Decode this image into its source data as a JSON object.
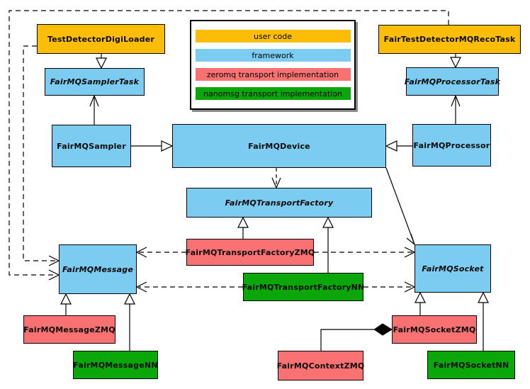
{
  "colors": {
    "gold": "#FBBD05",
    "blue": "#7CCBF0",
    "red": "#F97272",
    "green": "#0AA60A",
    "shadow": "#8C8C8C"
  },
  "nodes": {
    "testDetectorDigiLoader": {
      "label": "TestDetectorDigiLoader",
      "category": "user code"
    },
    "fairTestDetectorMQRecoTask": {
      "label": "FairTestDetectorMQRecoTask",
      "category": "user code"
    },
    "fairMQSamplerTask": {
      "label": "FairMQSamplerTask",
      "category": "framework",
      "abstract": true
    },
    "fairMQProcessorTask": {
      "label": "FairMQProcessorTask",
      "category": "framework",
      "abstract": true
    },
    "fairMQSampler": {
      "label": "FairMQSampler",
      "category": "framework"
    },
    "fairMQProcessor": {
      "label": "FairMQProcessor",
      "category": "framework"
    },
    "fairMQDevice": {
      "label": "FairMQDevice",
      "category": "framework"
    },
    "fairMQTransportFactory": {
      "label": "FairMQTransportFactory",
      "category": "framework",
      "abstract": true
    },
    "fairMQMessage": {
      "label": "FairMQMessage",
      "category": "framework",
      "abstract": true
    },
    "fairMQSocket": {
      "label": "FairMQSocket",
      "category": "framework",
      "abstract": true
    },
    "fairMQTransportFactoryZMQ": {
      "label": "FairMQTransportFactoryZMQ",
      "category": "zeromq transport implementation"
    },
    "fairMQTransportFactoryNN": {
      "label": "FairMQTransportFactoryNN",
      "category": "nanomsg transport implementation"
    },
    "fairMQMessageZMQ": {
      "label": "FairMQMessageZMQ",
      "category": "zeromq transport implementation"
    },
    "fairMQMessageNN": {
      "label": "FairMQMessageNN",
      "category": "nanomsg transport implementation"
    },
    "fairMQContextZMQ": {
      "label": "FairMQContextZMQ",
      "category": "zeromq transport implementation"
    },
    "fairMQSocketZMQ": {
      "label": "FairMQSocketZMQ",
      "category": "zeromq transport implementation"
    },
    "fairMQSocketNN": {
      "label": "FairMQSocketNN",
      "category": "nanomsg transport implementation"
    }
  },
  "legend": {
    "items": [
      {
        "label": "user code",
        "color": "gold"
      },
      {
        "label": "framework",
        "color": "blue"
      },
      {
        "label": "zeromq transport implementation",
        "color": "red"
      },
      {
        "label": "nanomsg transport implementation",
        "color": "green"
      }
    ]
  },
  "edges": [
    {
      "from": "TestDetectorDigiLoader",
      "to": "FairMQSamplerTask",
      "type": "inheritance-hollow-triangle"
    },
    {
      "from": "FairTestDetectorMQRecoTask",
      "to": "FairMQProcessorTask",
      "type": "inheritance-hollow-triangle"
    },
    {
      "from": "FairMQSampler",
      "to": "FairMQSamplerTask",
      "type": "open-arrow"
    },
    {
      "from": "FairMQProcessor",
      "to": "FairMQProcessorTask",
      "type": "open-arrow"
    },
    {
      "from": "FairMQSampler",
      "to": "FairMQDevice",
      "type": "inheritance-hollow-triangle"
    },
    {
      "from": "FairMQProcessor",
      "to": "FairMQDevice",
      "type": "inheritance-hollow-triangle"
    },
    {
      "from": "FairMQDevice",
      "to": "FairMQTransportFactory",
      "type": "dashed-open-arrow"
    },
    {
      "from": "FairMQDevice",
      "to": "FairMQSocket",
      "type": "open-arrow"
    },
    {
      "from": "FairMQTransportFactoryZMQ",
      "to": "FairMQTransportFactory",
      "type": "inheritance-hollow-triangle"
    },
    {
      "from": "FairMQTransportFactoryNN",
      "to": "FairMQTransportFactory",
      "type": "inheritance-hollow-triangle"
    },
    {
      "from": "FairMQTransportFactoryZMQ",
      "to": "FairMQMessage",
      "type": "dashed-open-arrow"
    },
    {
      "from": "FairMQTransportFactoryZMQ",
      "to": "FairMQSocket",
      "type": "dashed-open-arrow"
    },
    {
      "from": "FairMQTransportFactoryNN",
      "to": "FairMQMessage",
      "type": "dashed-open-arrow"
    },
    {
      "from": "FairMQTransportFactoryNN",
      "to": "FairMQSocket",
      "type": "dashed-open-arrow"
    },
    {
      "from": "FairMQMessageZMQ",
      "to": "FairMQMessage",
      "type": "inheritance-hollow-triangle"
    },
    {
      "from": "FairMQMessageNN",
      "to": "FairMQMessage",
      "type": "inheritance-hollow-triangle"
    },
    {
      "from": "FairMQSocketZMQ",
      "to": "FairMQSocket",
      "type": "inheritance-hollow-triangle"
    },
    {
      "from": "FairMQSocketNN",
      "to": "FairMQSocket",
      "type": "inheritance-hollow-triangle"
    },
    {
      "from": "FairMQContextZMQ",
      "to": "FairMQSocketZMQ",
      "type": "composition-filled-diamond"
    },
    {
      "from": "TestDetectorDigiLoader",
      "to": "FairMQMessage",
      "type": "dashed-open-arrow"
    },
    {
      "from": "FairTestDetectorMQRecoTask",
      "to": "FairMQMessage",
      "type": "dashed-open-arrow"
    }
  ]
}
